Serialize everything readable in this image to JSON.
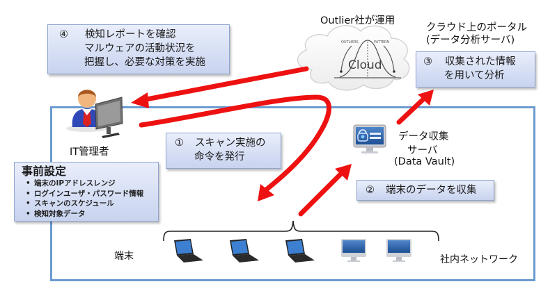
{
  "cloud": {
    "operator_label": "Outlier社が運用",
    "cloud_text": "Cloud",
    "graph_caption_left": "OUTLIERS",
    "graph_caption_right": "PATTERN"
  },
  "portal": {
    "title_line1": "クラウド上のポータル",
    "title_line2": "(データ分析サーバ)"
  },
  "steps": {
    "step1": {
      "number": "①",
      "lines": [
        "スキャン実施の",
        "命令を発行"
      ]
    },
    "step2": {
      "number": "②",
      "lines": [
        "端末のデータを収集"
      ]
    },
    "step3": {
      "number": "③",
      "lines": [
        "収集された情報",
        "を用いて分析"
      ]
    },
    "step4": {
      "number": "④",
      "lines": [
        "検知レポートを確認",
        "マルウェアの活動状況を",
        "把握し、必要な対策を実施"
      ]
    }
  },
  "admin": {
    "label": "IT管理者"
  },
  "collector": {
    "line1": "データ収集",
    "line2": "サーバ",
    "line3": "(Data Vault)"
  },
  "presettings": {
    "title": "事前設定",
    "items": [
      "端末のIPアドレスレンジ",
      "ログインユーザ・パスワード情報",
      "スキャンのスケジュール",
      "検知対象データ"
    ]
  },
  "terminals": {
    "label": "端末",
    "devices": [
      "laptop",
      "laptop",
      "laptop",
      "desktop",
      "desktop"
    ]
  },
  "network": {
    "label": "社内ネットワーク"
  },
  "colors": {
    "arrow": "#ee1111",
    "network_border": "#6b9bd0",
    "box_top": "#e9eefb",
    "box_bottom": "#c8d3ef"
  }
}
